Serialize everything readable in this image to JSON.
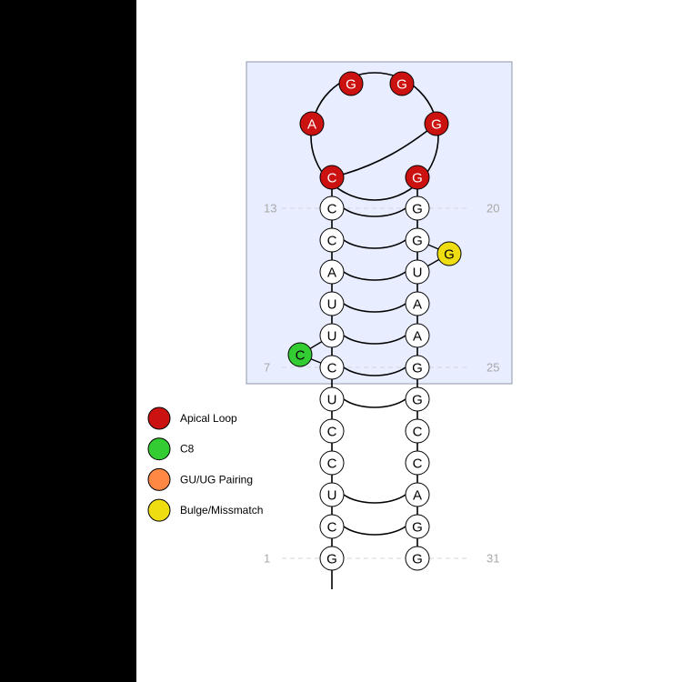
{
  "colors": {
    "apical_loop": "#cc1111",
    "c8": "#33cc33",
    "gu_pairing": "#ff8844",
    "bulge": "#eedd11",
    "default_nt": "#ffffff",
    "highlight_box_fill": "#e8eeff",
    "highlight_box_stroke": "#8e97ab"
  },
  "legend": [
    {
      "label": "Apical Loop",
      "color": "#cc1111"
    },
    {
      "label": "C8",
      "color": "#33cc33"
    },
    {
      "label": "GU/UG Pairing",
      "color": "#ff8844"
    },
    {
      "label": "Bulge/Missmatch",
      "color": "#eedd11"
    }
  ],
  "index_labels": [
    {
      "text": "1",
      "side": "left",
      "row": 0
    },
    {
      "text": "31",
      "side": "right",
      "row": 0
    },
    {
      "text": "7",
      "side": "left",
      "row": 6
    },
    {
      "text": "25",
      "side": "right",
      "row": 6
    },
    {
      "text": "13",
      "side": "left",
      "row": 11
    },
    {
      "text": "20",
      "side": "right",
      "row": 11
    }
  ],
  "left_strand": [
    "G",
    "C",
    "U",
    "C",
    "C",
    "U",
    "C",
    "U",
    "U",
    "A",
    "C",
    "C"
  ],
  "right_strand": [
    "G",
    "G",
    "A",
    "C",
    "C",
    "G",
    "G",
    "A",
    "A",
    "U",
    "G",
    "G"
  ],
  "paired_rows": [
    1,
    2,
    5,
    6,
    7,
    8,
    9,
    10,
    11
  ],
  "bulge_right": {
    "base": "G"
  },
  "bulge_left": {
    "base": "C"
  },
  "loop": [
    "C",
    "A",
    "G",
    "G",
    "G",
    "G"
  ]
}
